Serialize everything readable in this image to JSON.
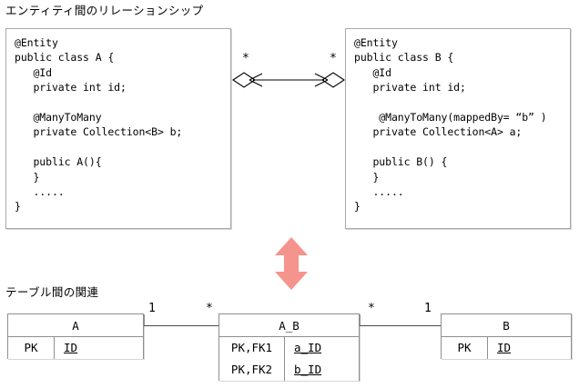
{
  "diagram": {
    "entity_section": {
      "title": "エンティティ間のリレーションシップ",
      "class_a_code": "@Entity\npublic class A {\n   @Id\n   private int id;\n\n   @ManyToMany\n   private Collection<B> b;\n\n   public A(){\n   }\n   .....\n}",
      "class_b_code": "@Entity\npublic class B {\n   @Id\n   private int id;\n\n    @ManyToMany(mappedBy= “b” )\n   private Collection<A> a;\n\n   public B() {\n   }\n   .....\n}",
      "multiplicity_left": "*",
      "multiplicity_right": "*"
    },
    "transform": {
      "arrow_color": "#f4948c",
      "arrow_name": "bidirectional-vertical-arrow"
    },
    "table_section": {
      "title": "テーブル間の関連",
      "tables": [
        {
          "name": "A",
          "rows": [
            {
              "key": "PK",
              "column": "ID"
            }
          ]
        },
        {
          "name": "A_B",
          "rows": [
            {
              "key": "PK,FK1",
              "column": "a_ID"
            },
            {
              "key": "PK,FK2",
              "column": "b_ID"
            }
          ]
        },
        {
          "name": "B",
          "rows": [
            {
              "key": "PK",
              "column": "ID"
            }
          ]
        }
      ],
      "relationships": [
        {
          "left_multiplicity": "1",
          "right_multiplicity": "*"
        },
        {
          "left_multiplicity": "*",
          "right_multiplicity": "1"
        }
      ]
    }
  }
}
